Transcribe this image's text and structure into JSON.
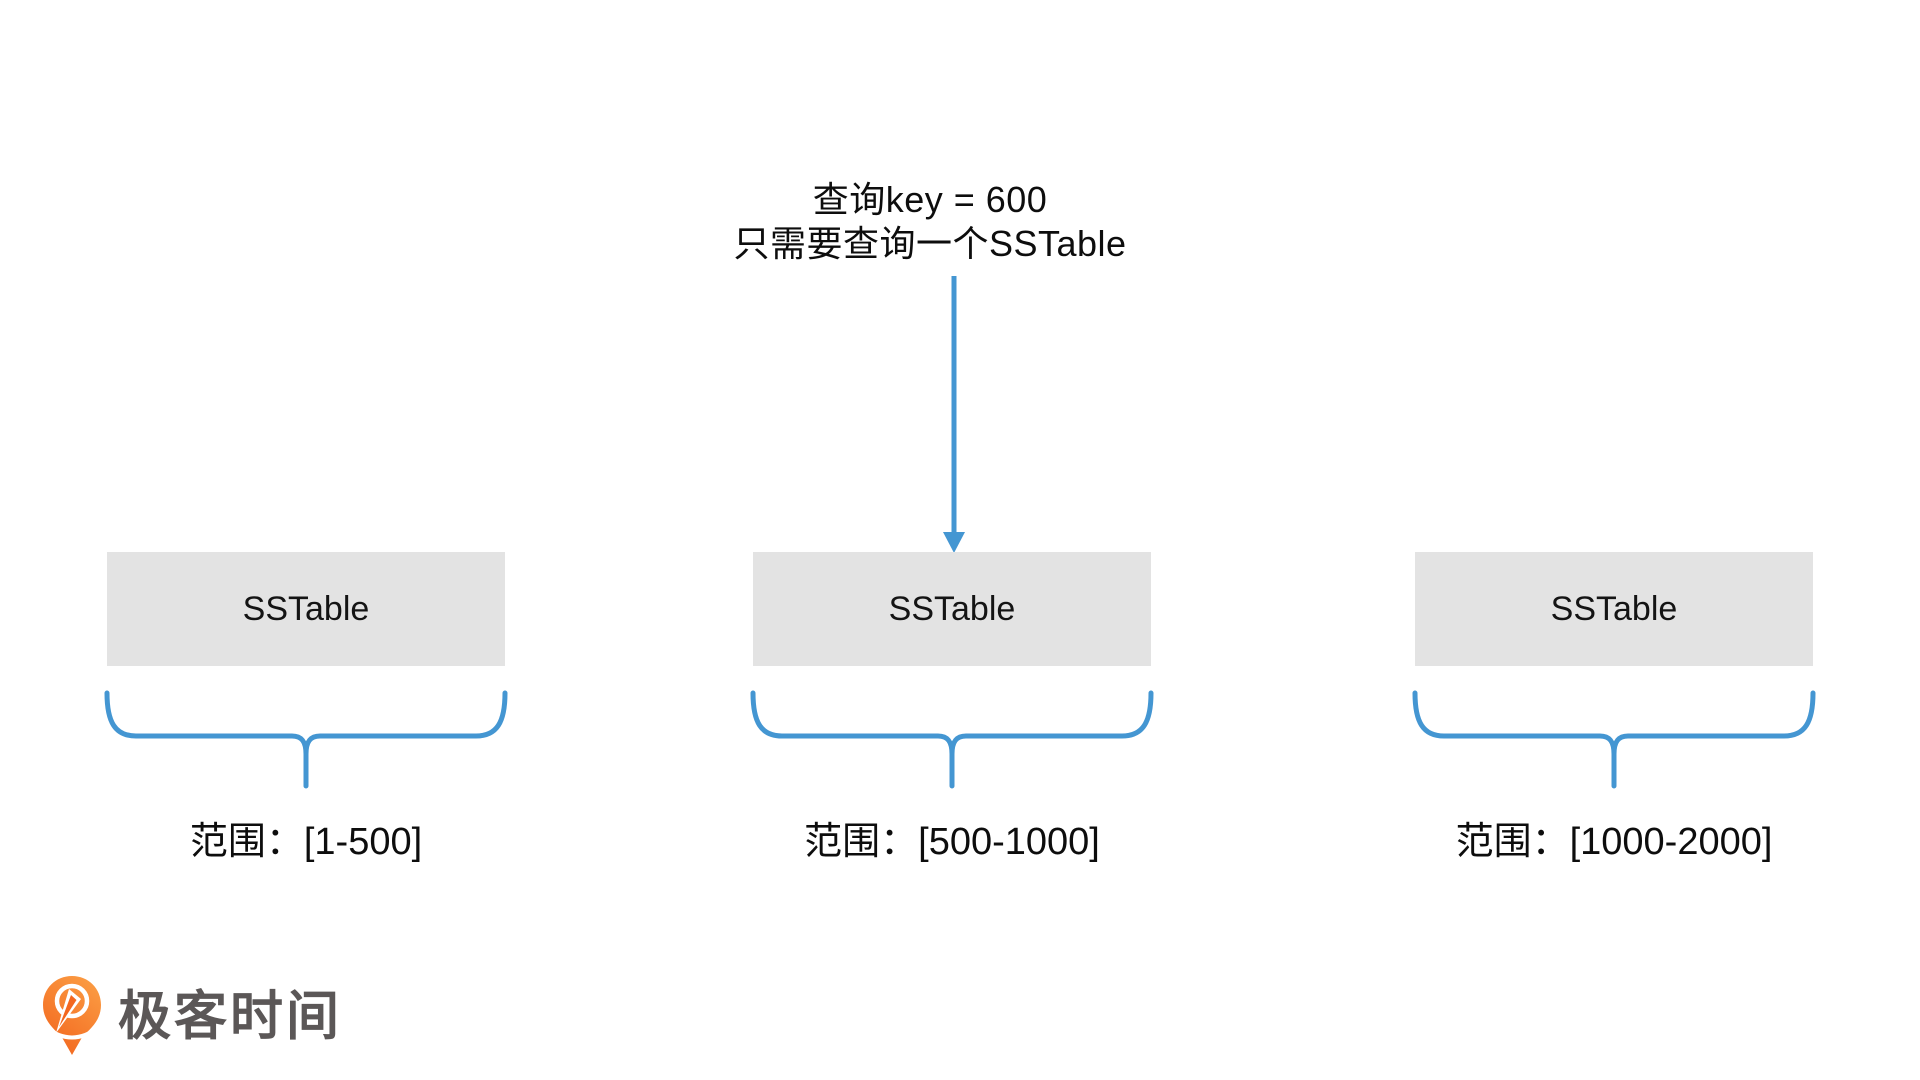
{
  "annotation": {
    "line1": "查询key = 600",
    "line2": "只需要查询一个SSTable"
  },
  "sstables": [
    {
      "label": "SSTable",
      "range": "范围：[1-500]"
    },
    {
      "label": "SSTable",
      "range": "范围：[500-1000]"
    },
    {
      "label": "SSTable",
      "range": "范围：[1000-2000]"
    }
  ],
  "logo": {
    "text": "极客时间"
  },
  "colors": {
    "accent_blue": "#4496D2",
    "box_gray": "#e3e3e3",
    "text_black": "#0d0d0d",
    "logo_text_gray": "#5b5757",
    "logo_orange_light": "#FB9C43",
    "logo_orange_dark": "#F2661E",
    "background": "#ffffff"
  }
}
